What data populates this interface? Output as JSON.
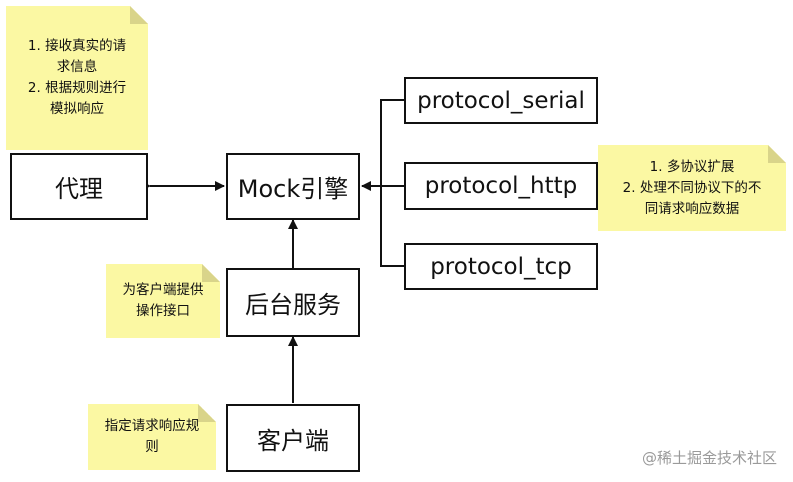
{
  "boxes": {
    "proxy": "代理",
    "mock_engine": "Mock引擎",
    "backend": "后台服务",
    "client": "客户端",
    "protocol_serial": "protocol_serial",
    "protocol_http": "protocol_http",
    "protocol_tcp": "protocol_tcp"
  },
  "notes": {
    "proxy_note": [
      "1. 接收真实的请",
      "求信息",
      "2. 根据规则进行",
      "模拟响应"
    ],
    "protocol_note": [
      "1. 多协议扩展",
      "2. 处理不同协议下的不",
      "同请求响应数据"
    ],
    "backend_note": [
      "为客户端提供",
      "操作接口"
    ],
    "client_note": [
      "指定请求响应规",
      "则"
    ]
  },
  "watermark": "@稀土掘金技术社区",
  "colors": {
    "note_bg": "#fbf8a3",
    "border": "#111111"
  }
}
